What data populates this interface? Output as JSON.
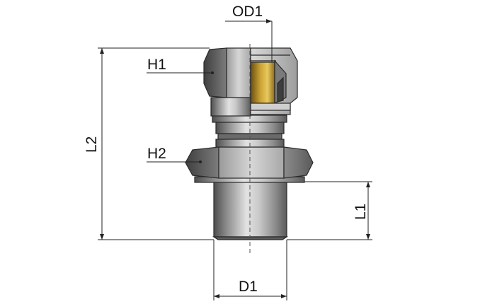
{
  "labels": {
    "od1": "OD1",
    "h1": "H1",
    "h2": "H2",
    "l2": "L2",
    "l1": "L1",
    "d1": "D1"
  },
  "colors": {
    "steel_dark": "#4a4a4a",
    "steel_mid": "#8a8a8a",
    "steel_light": "#d8d8d8",
    "brass_dark": "#6b4f12",
    "brass_light": "#e7c45a",
    "line": "#222222"
  }
}
